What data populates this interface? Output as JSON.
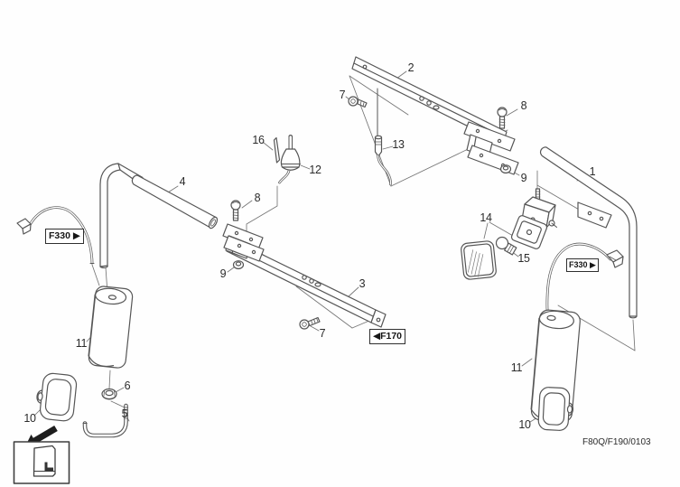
{
  "diagram": {
    "code": "F80Q/F190/0103",
    "refs": {
      "f330_left": "F330 ▶",
      "f170": "◀F170",
      "f330_right": "F330 ▶"
    },
    "callouts": {
      "c1": "1",
      "c2": "2",
      "c3": "3",
      "c4": "4",
      "c5": "5",
      "c6": "6",
      "c7a": "7",
      "c7b": "7",
      "c8a": "8",
      "c8b": "8",
      "c9a": "9",
      "c9b": "9",
      "c10a": "10",
      "c10b": "10",
      "c11a": "11",
      "c11b": "11",
      "c12": "12",
      "c13": "13",
      "c14": "14",
      "c15": "15",
      "c16": "16"
    }
  }
}
